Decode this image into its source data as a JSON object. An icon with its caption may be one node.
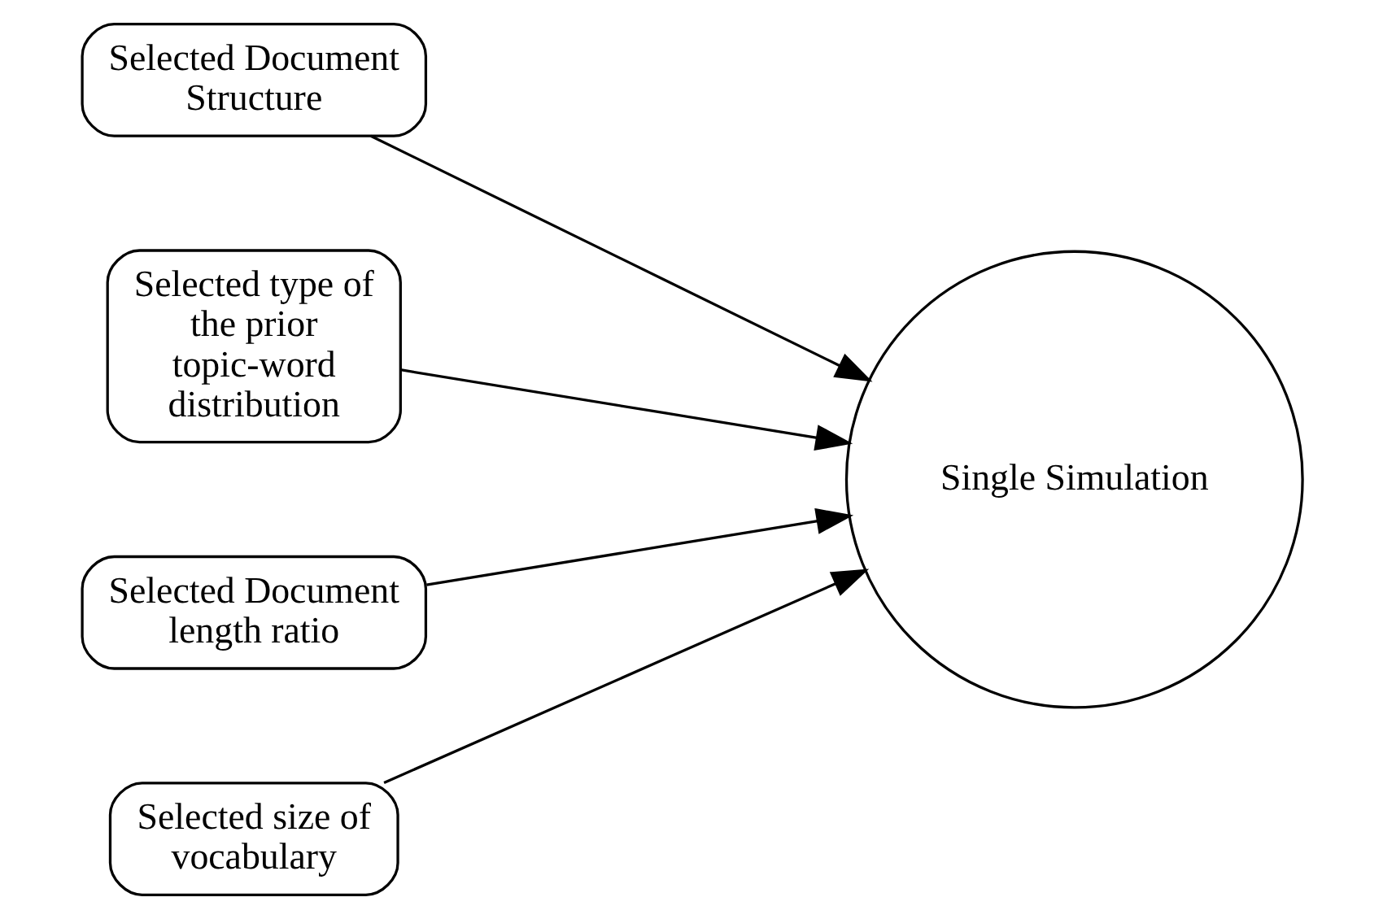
{
  "diagram": {
    "nodes": [
      {
        "text": [
          "Selected Document Structure"
        ]
      },
      {
        "text": [
          "Selected type of the prior topic-word distribution"
        ]
      },
      {
        "text": [
          "Selected Document length ratio"
        ]
      },
      {
        "text": [
          "Selected size of vocabulary"
        ]
      },
      {
        "text": [
          "Single Simulation"
        ]
      }
    ],
    "edges": [
      {
        "from": 0,
        "to": 4,
        "arrow": "to"
      },
      {
        "from": 1,
        "to": 4,
        "arrow": "to"
      },
      {
        "from": 2,
        "to": 4,
        "arrow": "to"
      },
      {
        "from": 3,
        "to": 4,
        "arrow": "to"
      }
    ]
  }
}
